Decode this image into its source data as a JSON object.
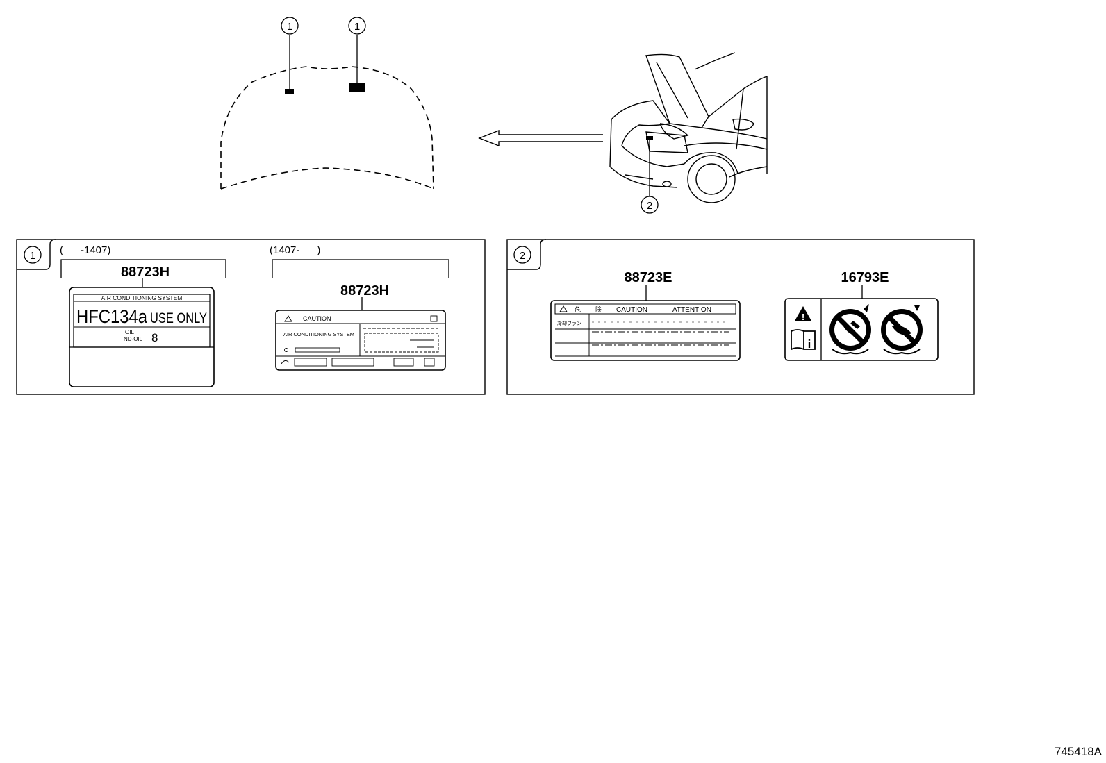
{
  "callouts": {
    "one": "1",
    "two": "2"
  },
  "panel1": {
    "range_left": "(      -1407)",
    "range_right": "(1407-      )",
    "part_left": "88723H",
    "part_right": "88723H",
    "label_old": {
      "header": "AIR CONDITIONING SYSTEM",
      "refrigerant": "HFC134a",
      "use_only": "USE ONLY",
      "oil": "OIL",
      "nd_oil": "ND-OIL",
      "oil_grade": "8"
    },
    "label_new": {
      "caution": "CAUTION",
      "system": "AIR CONDITIONING SYSTEM"
    }
  },
  "panel2": {
    "part_left": "88723E",
    "part_right": "16793E",
    "label_fan": {
      "danger_jp": "危",
      "danger_jp2": "険",
      "caution": "CAUTION",
      "attention": "ATTENTION",
      "row_jp": "冷却ファン"
    }
  },
  "figure_id": "745418A"
}
